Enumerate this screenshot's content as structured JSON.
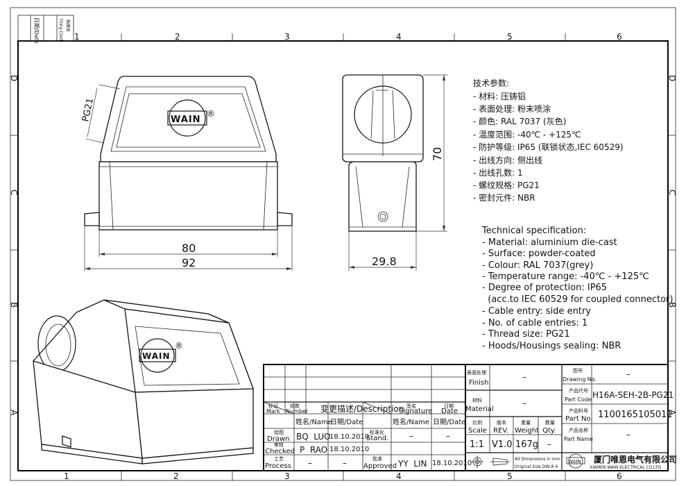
{
  "frame": {
    "columns": [
      "1",
      "2",
      "3",
      "4",
      "5",
      "6"
    ],
    "rows": [
      "D",
      "C",
      "B",
      "A"
    ],
    "filing_block": {
      "date_label": "日期/Date",
      "filing_label_cn": "档案员",
      "filing_label_en": "Filing Clerk"
    }
  },
  "front_view": {
    "thread_label": "PG21",
    "dim_inner": "80",
    "dim_outer": "92",
    "logo": "WAIN",
    "registered": "®"
  },
  "side_view": {
    "dim_height": "70",
    "dim_width": "29.8"
  },
  "iso_view": {
    "logo": "WAIN",
    "registered": "®"
  },
  "specs_cn": {
    "title": "技术参数:",
    "items": [
      "- 材料: 压铸铝",
      "- 表面处理: 粉末喷涂",
      "- 颜色: RAL 7037 (灰色)",
      "- 温度范围: -40℃ - +125℃",
      "- 防护等级: IP65 (联锁状态,IEC 60529)",
      "- 出线方向: 侧出线",
      "- 出线孔数: 1",
      "- 螺纹规格: PG21",
      "- 密封元件: NBR"
    ]
  },
  "specs_en": {
    "title": "Technical specification:",
    "items": [
      "- Material: aluminium die-cast",
      "- Surface: powder-coated",
      "- Colour: RAL 7037(grey)",
      "- Temperature range: -40℃ - +125℃",
      "- Degree of protection: IP65",
      "  (acc.to IEC 60529 for coupled connector)",
      "- Cable entry: side entry",
      "- No. of cable entries: 1",
      "- Thread size: PG21",
      "- Hoods/Housings sealing: NBR"
    ]
  },
  "revision_table": {
    "mark_cn": "标记",
    "mark_en": "Mark",
    "number_cn": "处数",
    "number_en": "Number",
    "description": "变更描述/Description",
    "signature_cn": "签名",
    "signature_en": "Signature",
    "date_cn": "日期",
    "date_en": "Date",
    "name_header": "姓名/Name",
    "date_header": "日期/Date",
    "name_header2": "姓名/Name",
    "date_header2": "日期/Date",
    "drawn_cn": "绘图",
    "drawn_en": "Drawn",
    "drawn_name": "BQ  LUO",
    "drawn_date": "18.10.2010",
    "checked_cn": "审核",
    "checked_en": "Checked",
    "checked_name": "P  RAO",
    "checked_date": "18.10.2010",
    "process_cn": "工艺",
    "process_en": "Process",
    "process_name": "–",
    "process_date": "–",
    "stand_cn": "标准化",
    "stand_en": "Stand.",
    "stand_name": "–",
    "stand_date": "–",
    "approved_cn": "批准",
    "approved_en": "Approved",
    "approved_name": "YY  LIN",
    "approved_date": "18.10.2010"
  },
  "title_block": {
    "finish_cn": "表面处理",
    "finish_en": "Finish",
    "finish_value": "–",
    "material_cn": "材料",
    "material_en": "Material",
    "material_value": "–",
    "scale_cn": "比例",
    "scale_en": "Scale",
    "scale_value": "1:1",
    "rev_cn": "版本",
    "rev_en": "REV.",
    "rev_value": "V1.0",
    "weight_cn": "重量",
    "weight_en": "Weight",
    "weight_value": "167g",
    "qty_cn": "数量",
    "qty_en": "Qty.",
    "qty_value": "–",
    "dims_note_1": "All Dimensions in mm",
    "dims_note_2": "Original Size DIN A 4",
    "drawing_no_cn": "图号",
    "drawing_no_en": "Drawing No.",
    "drawing_no_value": "–",
    "part_code_cn": "产品代号",
    "part_code_en": "Part Code",
    "part_code_value": "H16A-SEH-2B-PG21",
    "part_no_cn": "产品料号",
    "part_no_en": "Part No.",
    "part_no_value": "1100165105011",
    "part_name_cn": "产品名称",
    "part_name_en": "Part Name",
    "part_name_value": "–",
    "company_logo": "WAIN",
    "company_cn": "厦门唯恩电气有限公司",
    "company_en": "XIAMEN WAIN ELECTRICAL CO.LTD"
  }
}
